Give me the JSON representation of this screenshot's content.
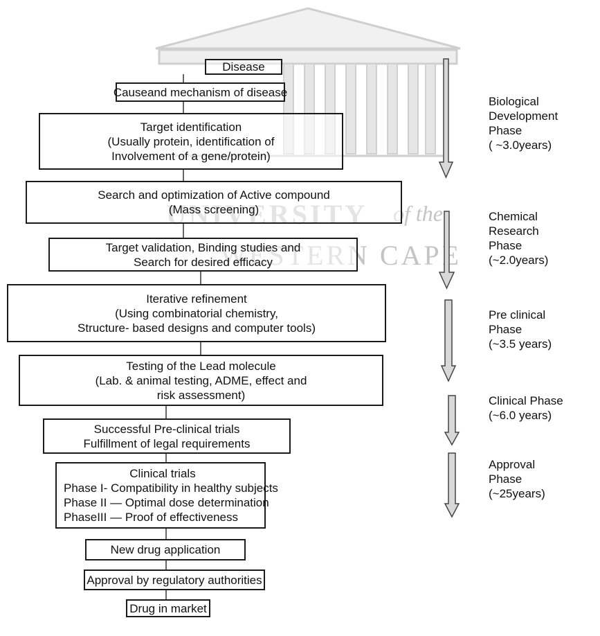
{
  "watermark": {
    "line1": "UNIVERSITY",
    "of_the": "of the",
    "line2": "WESTERN CAPE"
  },
  "flow": [
    {
      "lines": [
        "Disease"
      ]
    },
    {
      "lines": [
        "Causeand mechanism of disease"
      ]
    },
    {
      "lines": [
        "Target identification",
        "(Usually protein, identification of",
        "Involvement of a gene/protein)"
      ]
    },
    {
      "lines": [
        "Search and optimization of Active compound",
        "(Mass screening)"
      ]
    },
    {
      "lines": [
        "Target validation, Binding studies and",
        "Search for desired efficacy"
      ]
    },
    {
      "lines": [
        "Iterative refinement",
        "(Using combinatorial chemistry,",
        "Structure- based designs and computer tools)"
      ]
    },
    {
      "lines": [
        "Testing of the Lead molecule",
        "(Lab. & animal testing, ADME, effect and",
        "risk assessment)"
      ]
    },
    {
      "lines": [
        "Successful Pre-clinical trials",
        "Fulfillment of legal requirements"
      ]
    },
    {
      "lines": [
        "Clinical trials",
        "Phase I- Compatibility in healthy subjects",
        "Phase II — Optimal dose determination",
        "PhaseIII — Proof of effectiveness"
      ]
    },
    {
      "lines": [
        "New drug application"
      ]
    },
    {
      "lines": [
        "Approval by regulatory authorities"
      ]
    },
    {
      "lines": [
        "Drug in market"
      ]
    }
  ],
  "phases": [
    {
      "lines": [
        "Biological",
        "Development",
        "Phase",
        "( ~3.0years)"
      ]
    },
    {
      "lines": [
        "Chemical",
        "Research",
        " Phase",
        "(~2.0years)"
      ]
    },
    {
      "lines": [
        "Pre clinical",
        "Phase",
        "(~3.5 years)"
      ]
    },
    {
      "lines": [
        "Clinical Phase",
        "(~6.0 years)"
      ]
    },
    {
      "lines": [
        "Approval",
        "Phase",
        "(~25years)"
      ]
    }
  ],
  "colors": {
    "box_border": "#1a1a1a",
    "arrow_fill": "#d8d8d8",
    "arrow_stroke": "#444444",
    "watermark": "#c4c4c4"
  }
}
